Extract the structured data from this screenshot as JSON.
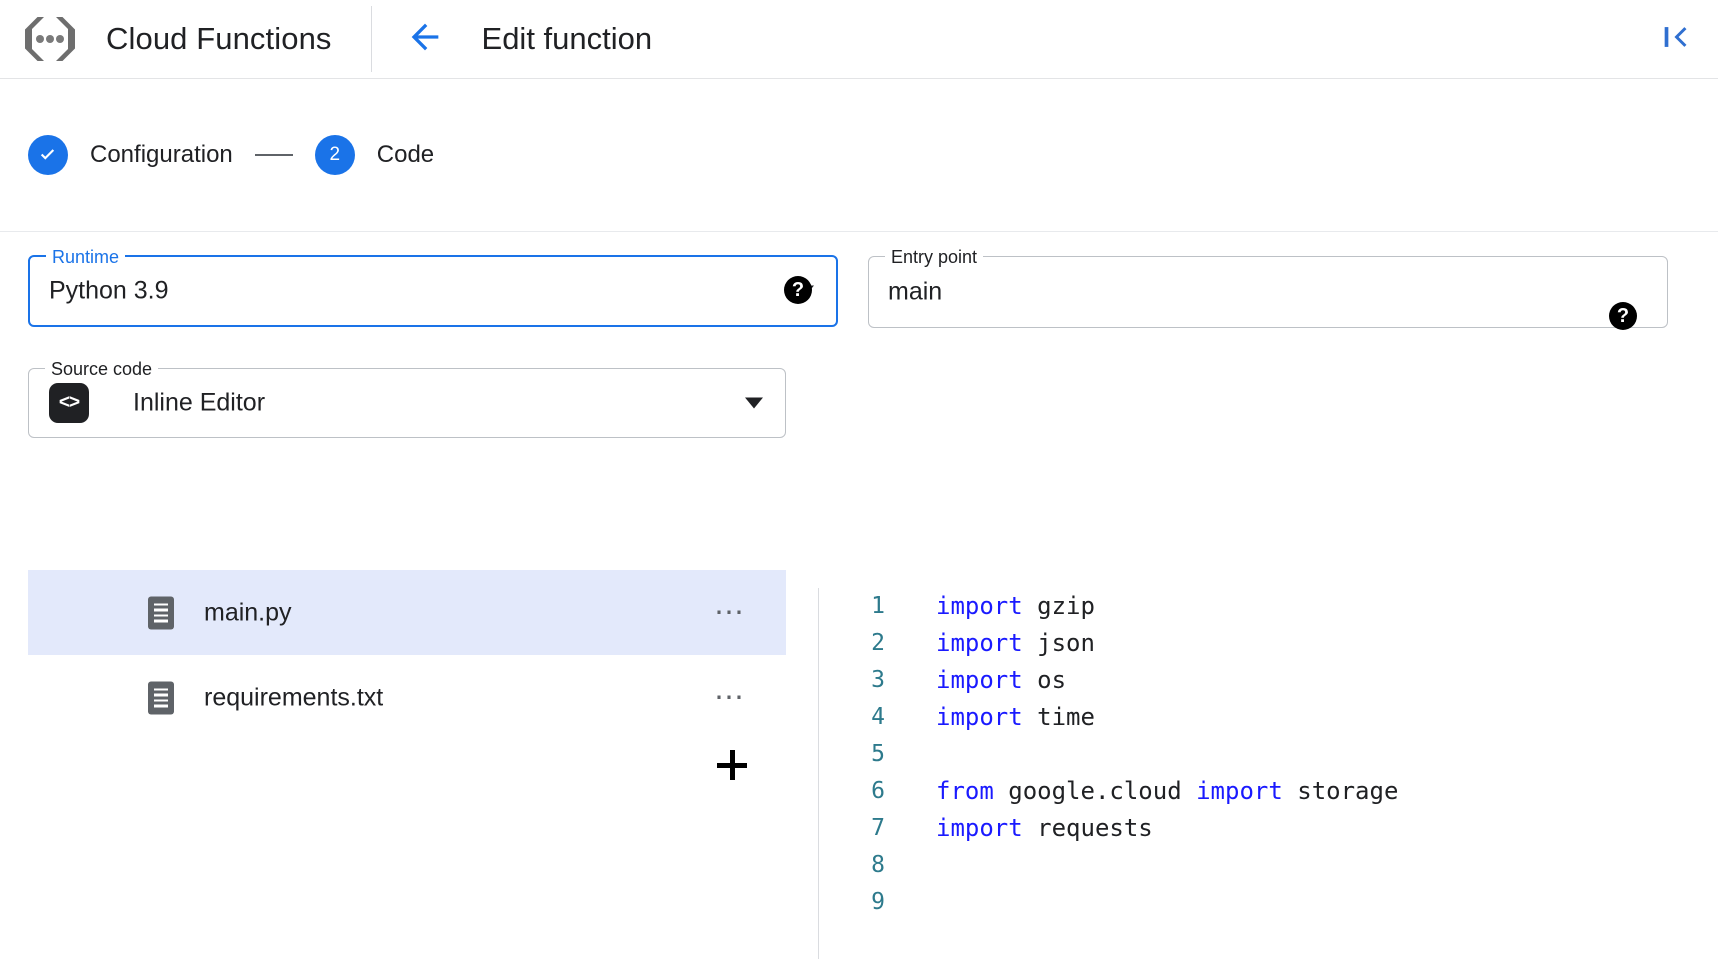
{
  "header": {
    "brand_title": "Cloud Functions",
    "logo_icon": "cloud-functions-logo",
    "back_icon": "arrow-left-icon",
    "page_title": "Edit function",
    "collapse_icon": "collapse-panel-left-icon"
  },
  "stepper": {
    "steps": [
      {
        "marker": "✓",
        "label": "Configuration",
        "state": "complete"
      },
      {
        "marker": "2",
        "label": "Code",
        "state": "active"
      }
    ]
  },
  "runtime": {
    "label": "Runtime",
    "value": "Python 3.9",
    "dropdown_icon": "chevron-down-icon",
    "help_icon": "help-circle-icon",
    "help_glyph": "?"
  },
  "entry_point": {
    "label": "Entry point",
    "value": "main",
    "placeholder": "Entry point",
    "help_icon": "help-circle-icon",
    "help_glyph": "?"
  },
  "source_code": {
    "label": "Source code",
    "value": "Inline Editor",
    "badge_glyph": "<>",
    "badge_icon": "code-brackets-icon",
    "dropdown_icon": "chevron-down-icon"
  },
  "file_panel": {
    "add_label": "+",
    "add_icon": "plus-icon",
    "overflow_glyph": "…",
    "files": [
      {
        "name": "main.py",
        "selected": true,
        "icon": "file-document-icon"
      },
      {
        "name": "requirements.txt",
        "selected": false,
        "icon": "file-document-icon"
      }
    ]
  },
  "editor": {
    "lines": [
      {
        "n": "1",
        "tokens": [
          {
            "t": "import",
            "k": true
          },
          {
            "t": " gzip",
            "k": false
          }
        ]
      },
      {
        "n": "2",
        "tokens": [
          {
            "t": "import",
            "k": true
          },
          {
            "t": " json",
            "k": false
          }
        ]
      },
      {
        "n": "3",
        "tokens": [
          {
            "t": "import",
            "k": true
          },
          {
            "t": " os",
            "k": false
          }
        ]
      },
      {
        "n": "4",
        "tokens": [
          {
            "t": "import",
            "k": true
          },
          {
            "t": " time",
            "k": false
          }
        ]
      },
      {
        "n": "5",
        "tokens": []
      },
      {
        "n": "6",
        "tokens": [
          {
            "t": "from",
            "k": true
          },
          {
            "t": " google.cloud ",
            "k": false
          },
          {
            "t": "import",
            "k": true
          },
          {
            "t": " storage",
            "k": false
          }
        ]
      },
      {
        "n": "7",
        "tokens": [
          {
            "t": "import",
            "k": true
          },
          {
            "t": " requests",
            "k": false
          }
        ]
      },
      {
        "n": "8",
        "tokens": []
      },
      {
        "n": "9",
        "tokens": []
      }
    ]
  },
  "colors": {
    "accent": "#1a73e8",
    "selected_row": "#e3e9fb",
    "keyword": "#1a1aff",
    "line_number": "#2d7a8c",
    "border": "#bdc1c6"
  }
}
